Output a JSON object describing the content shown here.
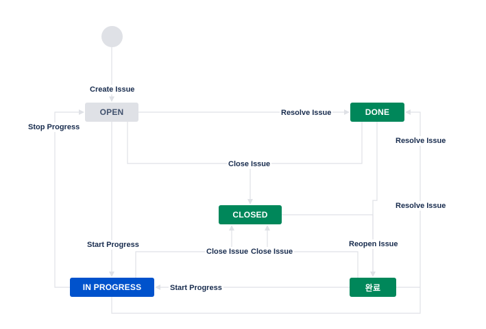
{
  "colors": {
    "edge": "#dfe1e6",
    "open_status": "#dfe1e6",
    "done_status": "#00875a",
    "in_progress_status": "#0052cc",
    "label_text": "#172b4d"
  },
  "nodes": {
    "open": "OPEN",
    "done": "DONE",
    "closed": "CLOSED",
    "in_progress": "IN PROGRESS",
    "wanryo": "완료"
  },
  "transitions": {
    "create_issue": "Create Issue",
    "resolve_issue_open_done": "Resolve Issue",
    "stop_progress": "Stop Progress",
    "close_issue_top": "Close Issue",
    "resolve_issue_right_upper": "Resolve Issue",
    "resolve_issue_right_lower": "Resolve Issue",
    "start_progress_vertical": "Start Progress",
    "reopen_issue": "Reopen Issue",
    "close_issue_left": "Close Issue",
    "close_issue_right": "Close Issue",
    "start_progress_bottom": "Start Progress"
  }
}
